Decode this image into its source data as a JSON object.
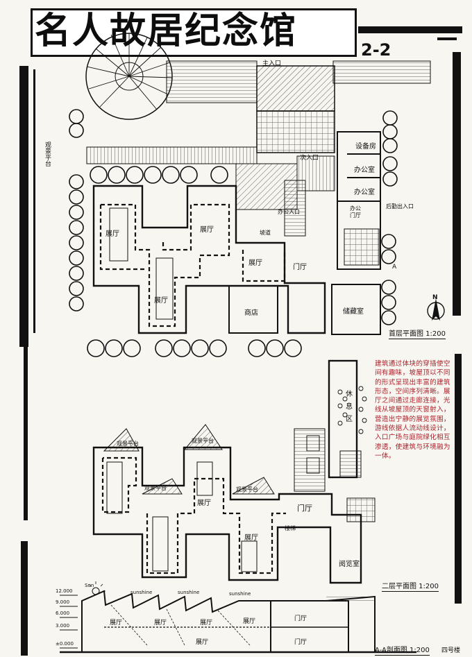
{
  "title": {
    "main": "名人故居纪念馆",
    "sheet_number": "2-2"
  },
  "ground_floor": {
    "caption": "首层平面图 1:200",
    "north_label": "N",
    "section_marker": "A",
    "rooms": {
      "hall_left": "展厅",
      "hall_mid": "展厅",
      "hall_bottom": "展厅",
      "hall_small": "展厅",
      "shop": "商店",
      "lobby": "门厅",
      "storage": "储藏室",
      "equipment": "设备房",
      "office_1": "办公室",
      "office_2": "办公室",
      "office_entrance": "办公门厅",
      "viewing_deck": "观景平台",
      "ramp": "坡道"
    },
    "entrances": {
      "main": "主入口",
      "secondary": "次入口",
      "office": "办公入口",
      "logistics": "后勤出入口"
    }
  },
  "upper_floor": {
    "caption": "二层平面图 1:200",
    "rooms": {
      "rest": "休息区",
      "hall_a": "展厅",
      "hall_b": "展厅",
      "lobby": "门厅",
      "reading": "阅览室",
      "deck_1": "观景平台",
      "deck_2": "观景平台",
      "deck_3": "观景平台",
      "deck_4": "观景平台",
      "stair": "楼梯"
    }
  },
  "section": {
    "caption": "A-A剖面图 1:200",
    "labels": {
      "sun": "Sun",
      "sunshine_1": "sunshine",
      "sunshine_2": "sunshine",
      "sunshine_3": "sunshine",
      "hall_1": "展厅",
      "hall_2": "展厅",
      "hall_3": "展厅",
      "hall_4": "展厅",
      "hall_5": "展厅",
      "lobby_upper": "门厅",
      "lobby_lower": "门厅"
    },
    "levels": [
      "12.000",
      "9.000",
      "6.000",
      "3.000",
      "±0.000"
    ]
  },
  "design_note": "建筑通过体块的穿插使空间有趣味，坡屋顶以不同的形式呈现出丰富的建筑形态，空间序列清晰。展厅之间通过走廊连接，光线从坡屋顶的天窗射入，营造出宁静的展览氛围，游线依据人流动线设计，入口广场与庭院绿化相互渗透，使建筑与环境融为一体。",
  "signature": "四号楼",
  "ink_color": "#111111",
  "note_color": "#b0202a"
}
